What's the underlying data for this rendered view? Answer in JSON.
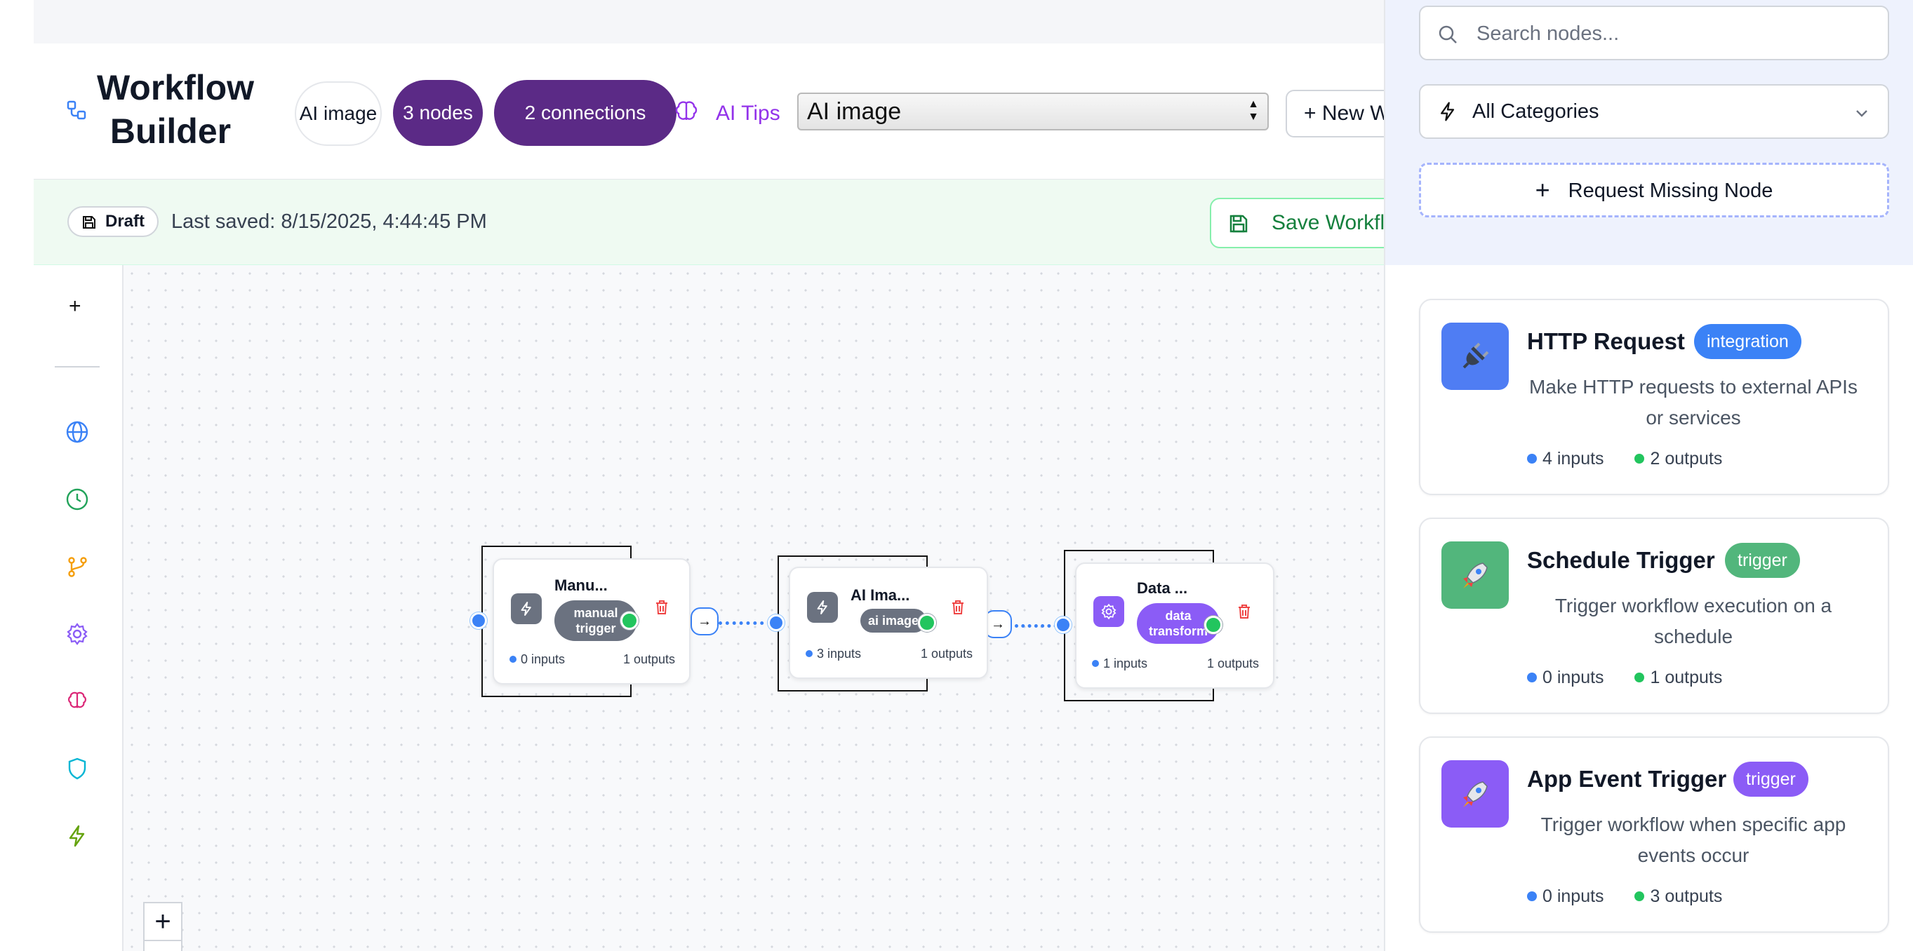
{
  "header": {
    "title": "Workflow Builder",
    "type_pill": "AI image",
    "nodes_pill": "3 nodes",
    "connections_pill": "2 connections",
    "ai_tips": "AI Tips",
    "selected_type": "AI image",
    "new_button": "+ New Workflow"
  },
  "status": {
    "draft": "Draft",
    "last_saved": "Last saved: 8/15/2025, 4:44:45 PM",
    "save_button": "Save Workflow"
  },
  "sidebar": {
    "add": "+",
    "icons": [
      "globe-icon",
      "clock-icon",
      "branch-icon",
      "gear-icon",
      "brain-icon",
      "shield-icon",
      "bolt-icon"
    ]
  },
  "canvas": {
    "zoom_in": "+",
    "nodes": [
      {
        "name": "Manu...",
        "tag": "manual trigger",
        "tag_color": "#6b7280",
        "icon": "bolt-icon",
        "inputs": "0 inputs",
        "outputs": "1 outputs"
      },
      {
        "name": "AI Ima...",
        "tag": "ai image",
        "tag_color": "#6b7280",
        "icon": "bolt-icon",
        "inputs": "3 inputs",
        "outputs": "1 outputs"
      },
      {
        "name": "Data ...",
        "tag": "data transform",
        "tag_color": "#8b5cf6",
        "icon": "gear-icon",
        "inputs": "1 inputs",
        "outputs": "1 outputs"
      }
    ]
  },
  "panel": {
    "search_placeholder": "Search nodes...",
    "category": "All Categories",
    "request_button": "Request Missing Node",
    "cards": [
      {
        "title": "HTTP Request",
        "badge": "integration",
        "badge_color": "#3b82f6",
        "icon_bg": "#4f7df3",
        "icon": "plug-icon",
        "description": "Make HTTP requests to external APIs or services",
        "inputs": "4 inputs",
        "outputs": "2 outputs"
      },
      {
        "title": "Schedule Trigger",
        "badge": "trigger",
        "badge_color": "#52b67c",
        "icon_bg": "#52b67c",
        "icon": "rocket-icon",
        "description": "Trigger workflow execution on a schedule",
        "inputs": "0 inputs",
        "outputs": "1 outputs"
      },
      {
        "title": "App Event Trigger",
        "badge": "trigger",
        "badge_color": "#8b5cf6",
        "icon_bg": "#8b5cf6",
        "icon": "rocket-icon",
        "description": "Trigger workflow when specific app events occur",
        "inputs": "0 inputs",
        "outputs": "3 outputs"
      }
    ]
  }
}
